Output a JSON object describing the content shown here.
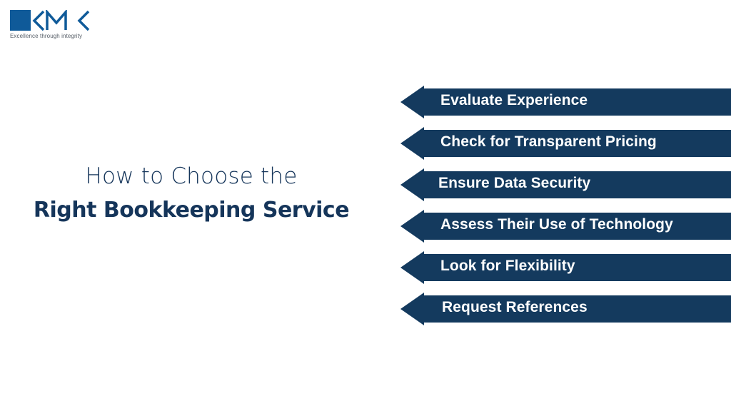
{
  "logo": {
    "brand": "KMK",
    "tagline": "Excellence through integrity",
    "color": "#0f5a99"
  },
  "title": {
    "line1": "How to Choose the",
    "line2": "Right Bookkeeping Service"
  },
  "colors": {
    "arrow": "#143a5e",
    "text_dark": "#15355a"
  },
  "steps": [
    {
      "label": "Evaluate Experience"
    },
    {
      "label": "Check for Transparent Pricing"
    },
    {
      "label": "Ensure Data Security"
    },
    {
      "label": "Assess Their Use of Technology"
    },
    {
      "label": "Look for Flexibility"
    },
    {
      "label": "Request References"
    }
  ]
}
